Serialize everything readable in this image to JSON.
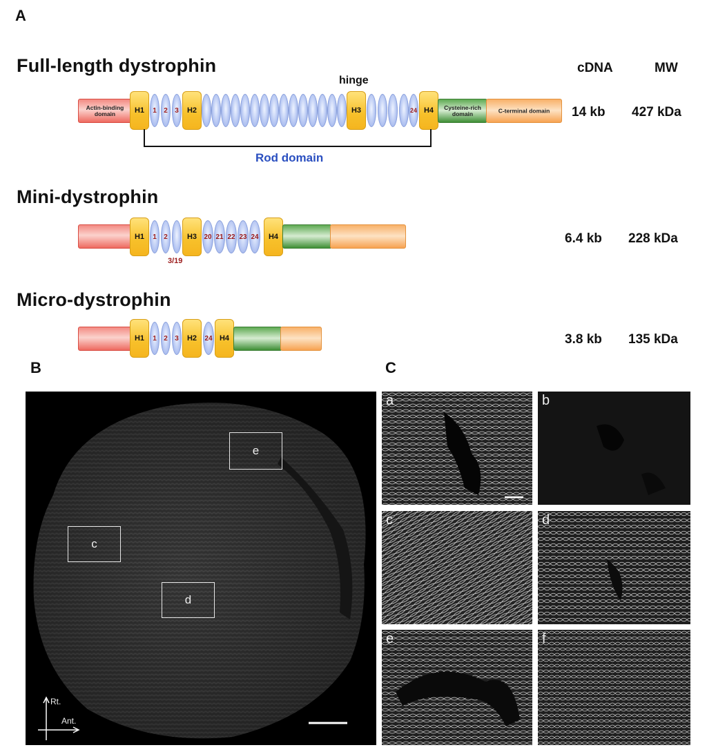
{
  "panels": {
    "a": "A",
    "b": "B",
    "c": "C"
  },
  "columns": {
    "cdna": "cDNA",
    "mw": "MW"
  },
  "full": {
    "title": "Full-length dystrophin",
    "hinge_label": "hinge",
    "actin": "Actin-binding domain",
    "cys": "Cysteine-rich domain",
    "cterm": "C-terminal domain",
    "h1": "H1",
    "h2": "H2",
    "h3": "H3",
    "h4": "H4",
    "r1": "1",
    "r2": "2",
    "r3": "3",
    "r24": "24",
    "rod": "Rod domain",
    "cdna": "14 kb",
    "mw": "427 kDa"
  },
  "mini": {
    "title": "Mini-dystrophin",
    "h1": "H1",
    "h3": "H3",
    "h4": "H4",
    "r1": "1",
    "r2": "2",
    "r20": "20",
    "r21": "21",
    "r22": "22",
    "r23": "23",
    "r24": "24",
    "fused": "3/19",
    "cdna": "6.4 kb",
    "mw": "228 kDa"
  },
  "micro": {
    "title": "Micro-dystrophin",
    "h1": "H1",
    "h2": "H2",
    "h4": "H4",
    "r1": "1",
    "r2": "2",
    "r3": "3",
    "r24": "24",
    "cdna": "3.8 kb",
    "mw": "135 kDa"
  },
  "panelB": {
    "roi_c": "c",
    "roi_d": "d",
    "roi_e": "e",
    "axis_rt": "Rt.",
    "axis_ant": "Ant."
  },
  "panelC": {
    "a": "a",
    "b": "b",
    "c": "c",
    "d": "d",
    "e": "e",
    "f": "f"
  }
}
